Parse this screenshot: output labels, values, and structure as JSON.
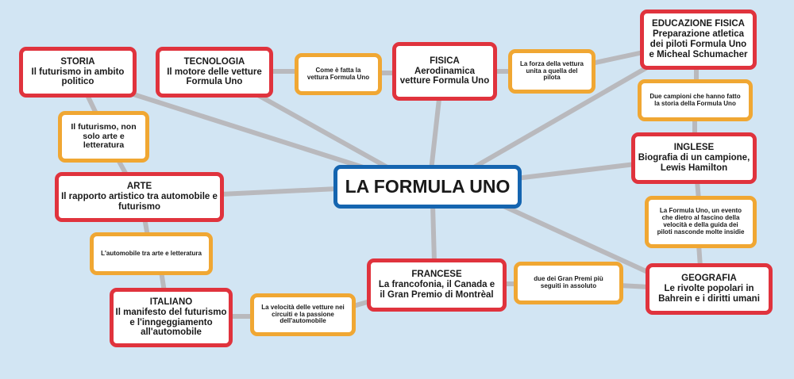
{
  "center": {
    "title": "LA FORMULA UNO"
  },
  "subjects": {
    "storia": {
      "title": "STORIA",
      "text": "Il futurismo in ambito\npolitico"
    },
    "tecnologia": {
      "title": "TECNOLOGIA",
      "text": "Il motore delle vetture\nFormula Uno"
    },
    "fisica": {
      "title": "FISICA",
      "text": "Aerodinamica\nvetture Formula Uno"
    },
    "educazione_fisica": {
      "title": "EDUCAZIONE FISICA",
      "text": "Preparazione atletica\ndei piloti Formula Uno\ne Micheal Schumacher"
    },
    "inglese": {
      "title": "INGLESE",
      "text": "Biografia di un campione,\nLewis Hamilton"
    },
    "geografia": {
      "title": "GEOGRAFIA",
      "text": "Le rivolte popolari in\nBahrein e i diritti umani"
    },
    "francese": {
      "title": "FRANCESE",
      "text": "La francofonia, il Canada e\nil Gran Premio di Montrèal"
    },
    "italiano": {
      "title": "ITALIANO",
      "text": "Il manifesto del futurismo\ne l'inngeggiamento\nall'automobile"
    },
    "arte": {
      "title": "ARTE",
      "text": "Il rapporto artistico tra automobile e\nfuturismo"
    }
  },
  "connectors": {
    "come_fatta": "Come è fatta la\nvettura Formula Uno",
    "forza": "La forza della vettura\nunita a quella del\npilota",
    "due_campioni": "Due campioni che hanno fatto\nla storia della Formula Uno",
    "evento": "La Formula Uno, un evento\nche dietro al fascino della\nvelocità e della guida dei\npiloti nasconde molte insidie",
    "gran_premi": "due dei Gran Premi  più\nseguiti in assoluto",
    "velocita": "La velocità delle vetture nei\ncircuiti e la passione\ndell'automobile",
    "automobile_arte": "L'automobile tra arte e letteratura",
    "futurismo": "Il futurismo, non\nsolo arte e\nletteratura"
  },
  "colors": {
    "subject": "#e0333d",
    "connector": "#f0a733",
    "center": "#1565b0",
    "link": "#b9b9bd",
    "background": "#d2e5f3"
  }
}
